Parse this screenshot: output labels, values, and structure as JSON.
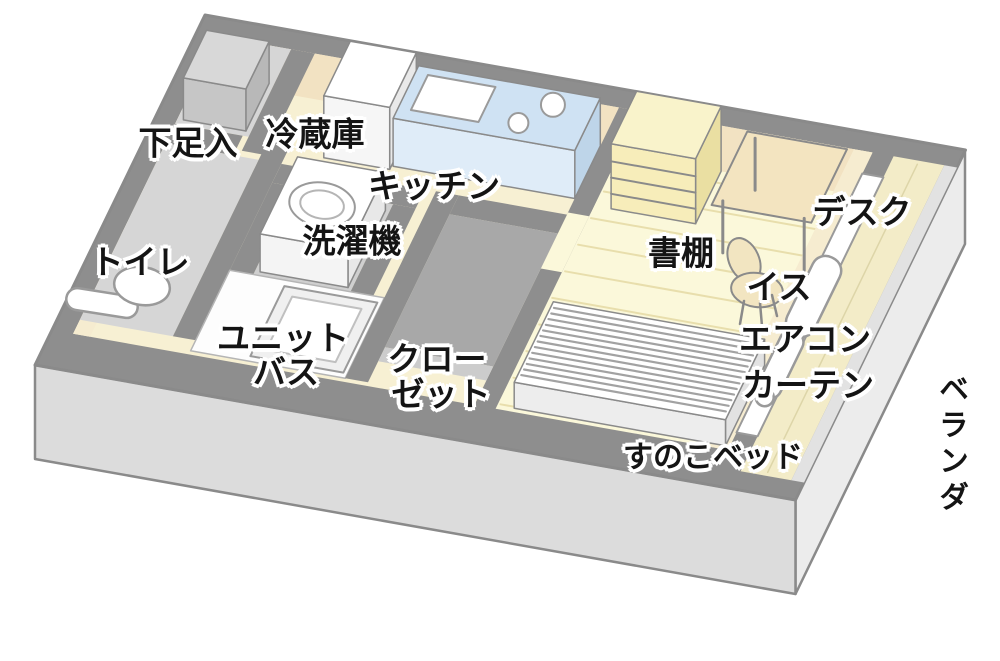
{
  "diagram": {
    "type": "isometric-floor-plan",
    "description": "One-room apartment layout illustration",
    "labels": [
      {
        "id": "shoe-cabinet",
        "text": "下足入"
      },
      {
        "id": "refrigerator",
        "text": "冷蔵庫"
      },
      {
        "id": "kitchen",
        "text": "キッチン"
      },
      {
        "id": "toilet",
        "text": "トイレ"
      },
      {
        "id": "washing-machine",
        "text": "洗濯機"
      },
      {
        "id": "unit-bath-line1",
        "text": "ユニット"
      },
      {
        "id": "unit-bath-line2",
        "text": "バス"
      },
      {
        "id": "closet-line1",
        "text": "クロー"
      },
      {
        "id": "closet-line2",
        "text": "ゼット"
      },
      {
        "id": "bookshelf",
        "text": "書棚"
      },
      {
        "id": "desk",
        "text": "デスク"
      },
      {
        "id": "chair",
        "text": "イス"
      },
      {
        "id": "air-conditioner",
        "text": "エアコン"
      },
      {
        "id": "curtain",
        "text": "カーテン"
      },
      {
        "id": "slatted-bed",
        "text": "すのこベッド"
      },
      {
        "id": "veranda",
        "text": "ベランダ"
      }
    ],
    "colors": {
      "background": "#ffffff",
      "wall": "#8e8e8e",
      "wall_outline": "#8a8a8a",
      "outer_face_south": "#dcdcdc",
      "outer_face_east": "#ececec",
      "floor_hall_cream": "#f7f0d3",
      "floor_entrance_gray": "#d6d6d6",
      "floor_laundry_gray": "#cfcfcf",
      "floor_closet_gray": "#a8a8a8",
      "floor_bath_white": "#fdfdfd",
      "floor_main_yellow": "#fbf8da",
      "plank_line": "#e8deac",
      "wall_face_tan": "#f2e2c2",
      "wall_face_cream": "#f6ecd0",
      "veranda_floor": "#f3ecc8",
      "veranda_edge": "#e2e2e2",
      "counter_top_blue": "#cfe2f3",
      "counter_front_blue": "#dfecf8",
      "counter_side_blue": "#bed5e9",
      "appliance_white": "#ffffff",
      "cabinet_gray_top": "#d8d8d8",
      "cabinet_gray_front": "#c6c6c6",
      "cabinet_gray_side": "#b8b8b8",
      "shelf_top": "#f9f3cb",
      "shelf_front": "#f7edba",
      "shelf_side": "#eadfa2",
      "desk_top": "#f3e4c0",
      "chair_fill": "#f2e5c1",
      "bed_front": "#ededed",
      "bed_slat": "#a2a2a2",
      "door_light": "#cccccc",
      "fixture_outline": "#9a9a9a",
      "label_color": "#141414",
      "label_outline": "#ffffff"
    }
  }
}
